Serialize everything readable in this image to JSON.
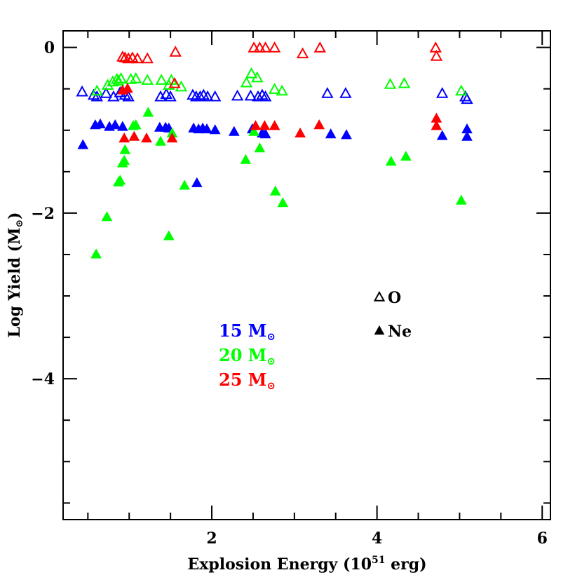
{
  "chart_data": {
    "type": "scatter",
    "xlabel": "Explosion Energy (10",
    "xlabel_sup": "51",
    "xlabel_tail": " erg)",
    "ylabel": "Log Yield (M",
    "ylabel_tail": ")",
    "xlim": [
      0.2,
      6.1
    ],
    "ylim": [
      -5.7,
      0.2
    ],
    "x_ticks": [
      2,
      4,
      6
    ],
    "x_minor_step": 0.5,
    "y_ticks": [
      0,
      -2,
      -4
    ],
    "y_minor_step": 0.5,
    "marker_legend": [
      {
        "symbol": "open-triangle",
        "label": "O"
      },
      {
        "symbol": "filled-triangle",
        "label": "Ne"
      }
    ],
    "mass_legend": [
      {
        "label": "15 M",
        "color": "#0000ff"
      },
      {
        "label": "20 M",
        "color": "#00ff00"
      },
      {
        "label": "25 M",
        "color": "#ff0000"
      }
    ],
    "series": [
      {
        "mass": "15 M",
        "element": "O",
        "marker": "open",
        "color": "#0000ff",
        "points": [
          [
            0.43,
            -0.54
          ],
          [
            0.57,
            -0.58
          ],
          [
            0.61,
            -0.6
          ],
          [
            0.72,
            -0.56
          ],
          [
            0.81,
            -0.6
          ],
          [
            0.89,
            -0.55
          ],
          [
            0.95,
            -0.58
          ],
          [
            0.99,
            -0.6
          ],
          [
            1.38,
            -0.6
          ],
          [
            1.45,
            -0.57
          ],
          [
            1.5,
            -0.6
          ],
          [
            1.77,
            -0.58
          ],
          [
            1.81,
            -0.6
          ],
          [
            1.86,
            -0.6
          ],
          [
            1.9,
            -0.58
          ],
          [
            1.95,
            -0.6
          ],
          [
            2.04,
            -0.6
          ],
          [
            2.31,
            -0.59
          ],
          [
            2.47,
            -0.59
          ],
          [
            2.56,
            -0.6
          ],
          [
            2.61,
            -0.58
          ],
          [
            2.65,
            -0.6
          ],
          [
            3.4,
            -0.56
          ],
          [
            3.62,
            -0.56
          ],
          [
            4.79,
            -0.56
          ],
          [
            5.07,
            -0.6
          ],
          [
            5.09,
            -0.63
          ]
        ]
      },
      {
        "mass": "15 M",
        "element": "Ne",
        "marker": "filled",
        "color": "#0000ff",
        "points": [
          [
            0.44,
            -1.18
          ],
          [
            0.59,
            -0.94
          ],
          [
            0.65,
            -0.93
          ],
          [
            0.76,
            -0.96
          ],
          [
            0.83,
            -0.94
          ],
          [
            0.92,
            -0.96
          ],
          [
            1.37,
            -0.97
          ],
          [
            1.44,
            -0.97
          ],
          [
            1.48,
            -0.98
          ],
          [
            1.78,
            -0.98
          ],
          [
            1.84,
            -0.99
          ],
          [
            1.89,
            -0.98
          ],
          [
            1.94,
            -0.99
          ],
          [
            2.04,
            -1.0
          ],
          [
            2.27,
            -1.02
          ],
          [
            2.49,
            -0.99
          ],
          [
            2.61,
            -1.04
          ],
          [
            2.65,
            -1.05
          ],
          [
            3.44,
            -1.05
          ],
          [
            3.63,
            -1.06
          ],
          [
            4.79,
            -1.07
          ],
          [
            5.09,
            -0.99
          ],
          [
            5.09,
            -1.08
          ],
          [
            1.82,
            -1.64
          ]
        ]
      },
      {
        "mass": "20 M",
        "element": "O",
        "marker": "open",
        "color": "#00ff00",
        "points": [
          [
            0.61,
            -0.53
          ],
          [
            0.74,
            -0.46
          ],
          [
            0.8,
            -0.42
          ],
          [
            0.85,
            -0.39
          ],
          [
            0.87,
            -0.41
          ],
          [
            0.9,
            -0.38
          ],
          [
            1.02,
            -0.39
          ],
          [
            1.08,
            -0.38
          ],
          [
            1.22,
            -0.4
          ],
          [
            1.39,
            -0.4
          ],
          [
            1.48,
            -0.46
          ],
          [
            1.51,
            -0.4
          ],
          [
            1.63,
            -0.48
          ],
          [
            2.42,
            -0.43
          ],
          [
            2.48,
            -0.32
          ],
          [
            2.55,
            -0.37
          ],
          [
            2.76,
            -0.51
          ],
          [
            2.85,
            -0.53
          ],
          [
            4.16,
            -0.45
          ],
          [
            4.33,
            -0.44
          ],
          [
            5.02,
            -0.53
          ]
        ]
      },
      {
        "mass": "20 M",
        "element": "Ne",
        "marker": "filled",
        "color": "#00ff00",
        "points": [
          [
            0.6,
            -2.5
          ],
          [
            0.73,
            -2.05
          ],
          [
            0.87,
            -1.63
          ],
          [
            0.89,
            -1.61
          ],
          [
            0.92,
            -1.4
          ],
          [
            0.94,
            -1.37
          ],
          [
            0.95,
            -1.24
          ],
          [
            1.05,
            -0.95
          ],
          [
            1.08,
            -0.94
          ],
          [
            1.23,
            -0.79
          ],
          [
            1.38,
            -1.14
          ],
          [
            1.48,
            -2.28
          ],
          [
            1.52,
            -1.04
          ],
          [
            1.67,
            -1.67
          ],
          [
            2.41,
            -1.36
          ],
          [
            2.51,
            -1.02
          ],
          [
            2.58,
            -1.22
          ],
          [
            2.77,
            -1.74
          ],
          [
            2.86,
            -1.88
          ],
          [
            4.17,
            -1.38
          ],
          [
            4.35,
            -1.32
          ],
          [
            5.02,
            -1.85
          ]
        ]
      },
      {
        "mass": "25 M",
        "element": "O",
        "marker": "open",
        "color": "#ff0000",
        "points": [
          [
            0.92,
            -0.12
          ],
          [
            0.95,
            -0.13
          ],
          [
            0.99,
            -0.14
          ],
          [
            1.04,
            -0.13
          ],
          [
            1.1,
            -0.14
          ],
          [
            1.22,
            -0.14
          ],
          [
            1.56,
            -0.06
          ],
          [
            2.51,
            -0.01
          ],
          [
            2.58,
            -0.01
          ],
          [
            2.65,
            -0.01
          ],
          [
            2.76,
            -0.01
          ],
          [
            3.1,
            -0.08
          ],
          [
            3.31,
            -0.01
          ],
          [
            4.71,
            -0.01
          ],
          [
            4.72,
            -0.11
          ],
          [
            1.55,
            -0.44
          ]
        ]
      },
      {
        "mass": "25 M",
        "element": "Ne",
        "marker": "filled",
        "color": "#ff0000",
        "points": [
          [
            0.92,
            -0.52
          ],
          [
            0.98,
            -0.5
          ],
          [
            0.94,
            -1.1
          ],
          [
            1.06,
            -1.08
          ],
          [
            1.21,
            -1.1
          ],
          [
            1.52,
            -1.1
          ],
          [
            2.53,
            -0.95
          ],
          [
            2.64,
            -0.95
          ],
          [
            2.76,
            -0.95
          ],
          [
            3.07,
            -1.04
          ],
          [
            3.3,
            -0.94
          ],
          [
            4.72,
            -0.86
          ],
          [
            4.72,
            -0.95
          ]
        ]
      }
    ]
  }
}
